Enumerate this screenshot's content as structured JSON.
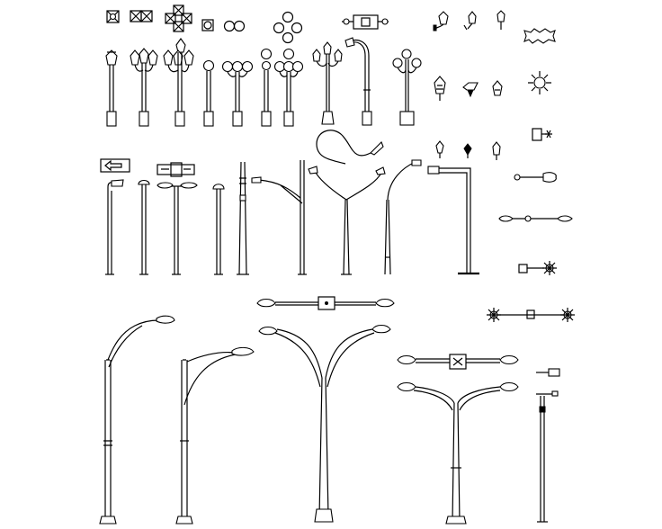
{
  "sheet": {
    "background": "#ffffff",
    "line_color": "#000000"
  },
  "groups": [
    {
      "name": "plan-symbols"
    },
    {
      "name": "ornamental-lamp-posts"
    },
    {
      "name": "wall-lanterns"
    },
    {
      "name": "starburst-symbols"
    },
    {
      "name": "street-light-poles"
    },
    {
      "name": "dual-arm-highway-lights"
    },
    {
      "name": "plan-view-luminaires"
    },
    {
      "name": "small-bracket-lights"
    }
  ]
}
